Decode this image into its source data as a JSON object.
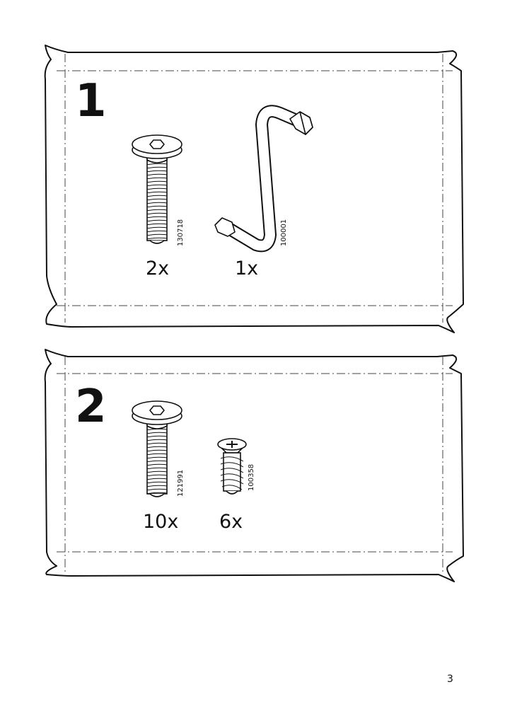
{
  "page_number": "3",
  "steps": [
    {
      "number": "1",
      "parts": [
        {
          "icon": "allen-bolt-icon",
          "code": "130718",
          "quantity": "2x"
        },
        {
          "icon": "allen-key-icon",
          "code": "100001",
          "quantity": "1x"
        }
      ]
    },
    {
      "number": "2",
      "parts": [
        {
          "icon": "allen-bolt-icon",
          "code": "121991",
          "quantity": "10x"
        },
        {
          "icon": "cross-head-screw-icon",
          "code": "100358",
          "quantity": "6x"
        }
      ]
    }
  ]
}
